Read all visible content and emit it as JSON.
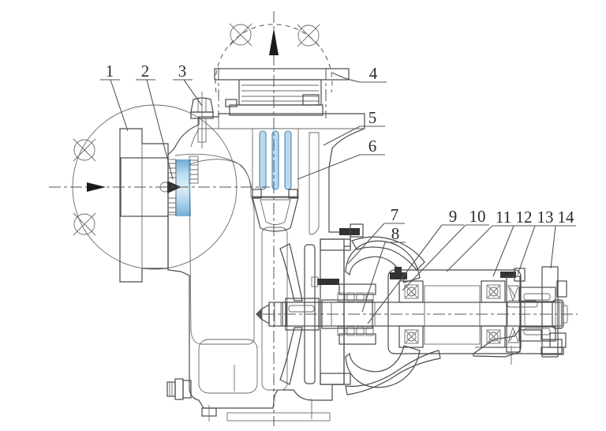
{
  "diagram": {
    "type": "engineering-cross-section",
    "subject": "self-priming centrifugal pump cutaway",
    "callouts": [
      {
        "n": "1"
      },
      {
        "n": "2"
      },
      {
        "n": "3"
      },
      {
        "n": "4"
      },
      {
        "n": "5"
      },
      {
        "n": "6"
      },
      {
        "n": "7"
      },
      {
        "n": "8"
      },
      {
        "n": "9"
      },
      {
        "n": "10"
      },
      {
        "n": "11"
      },
      {
        "n": "12"
      },
      {
        "n": "13"
      },
      {
        "n": "14"
      }
    ],
    "flow": {
      "suction_arrow": "points-right-into-left-flange",
      "discharge_arrow": "points-up-out-of-top-flange"
    },
    "icons": [
      {
        "name": "bolt-hole-cross-icon",
        "count": 4
      },
      {
        "name": "flow-arrow-icon",
        "count": 2
      }
    ],
    "colors": {
      "water": "#a9d2ec",
      "water-light": "#d9eefb",
      "water-deep": "#6fa8d0",
      "metal": "#dcdcdc",
      "metal-shadow": "#c2c2c2",
      "outline": "#4a4a4a",
      "seal-yellow": "#f3f09c",
      "bracket-green": "#cfe9c4",
      "seat-orange": "#d8743c",
      "bearing-lavender": "#c7cbe6",
      "label-ink": "#2b2b2b"
    }
  }
}
